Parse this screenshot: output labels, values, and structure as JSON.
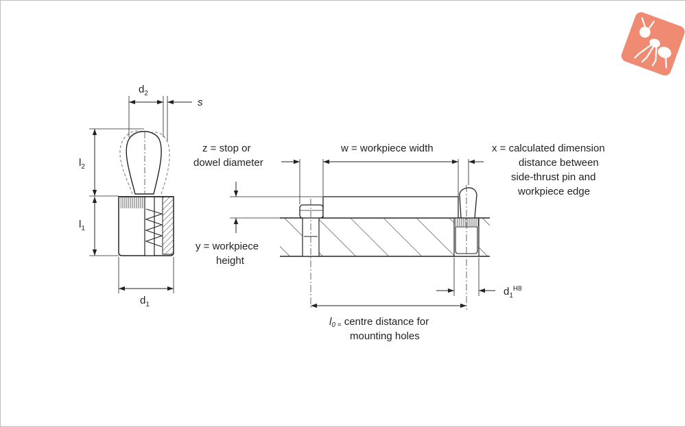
{
  "labels": {
    "d2": {
      "main": "d",
      "sub": "2"
    },
    "s": "s",
    "l2": {
      "main": "l",
      "sub": "2"
    },
    "l1": {
      "main": "l",
      "sub": "1"
    },
    "d1_left": {
      "main": "d",
      "sub": "1"
    },
    "z_line1": "z = stop or",
    "z_line2": "dowel diameter",
    "w_label": "w = workpiece width",
    "x_line1": "x = calculated dimension",
    "x_line2": "distance between",
    "x_line3": "side-thrust pin and",
    "x_line4": "workpiece edge",
    "y_line1": "y = workpiece",
    "y_line2": "height",
    "d1_right": {
      "main": "d",
      "sub": "1",
      "sup": "H8"
    },
    "l0_line1_var": "l",
    "l0_line1_sub": "0 =",
    "l0_line1_rest": " centre distance for",
    "l0_line2": "mounting holes"
  },
  "logo": {
    "icon": "ant-robot-logo",
    "color": "#ef8a73"
  },
  "colors": {
    "line": "#222222",
    "dashed": "#8a8a8a",
    "logo": "#ef8a73"
  }
}
